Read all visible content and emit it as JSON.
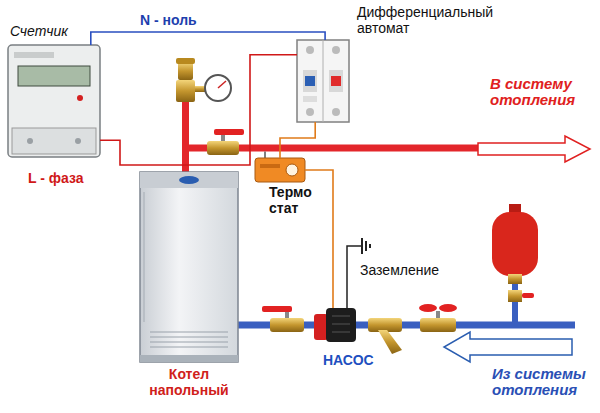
{
  "diagram": {
    "nodes": [
      {
        "text": [
          "Счетчик"
        ]
      },
      {
        "text": [
          "Дифференциальный автомат"
        ]
      },
      {
        "text": [
          "Термо стат"
        ]
      },
      {
        "text": [
          "Котел напольный"
        ]
      },
      {
        "text": [
          "НАСОС"
        ]
      }
    ],
    "edges": [
      {
        "from": 0,
        "to": 1,
        "arrow": "none"
      },
      {
        "from": 0,
        "to": 1,
        "arrow": "none"
      },
      {
        "from": 1,
        "to": 2,
        "arrow": "none"
      },
      {
        "from": 2,
        "to": 4,
        "arrow": "none"
      }
    ],
    "labels": [
      "N - ноль",
      "L - фаза",
      "В систему отопления",
      "Заземление",
      "Из системы отопления"
    ]
  }
}
